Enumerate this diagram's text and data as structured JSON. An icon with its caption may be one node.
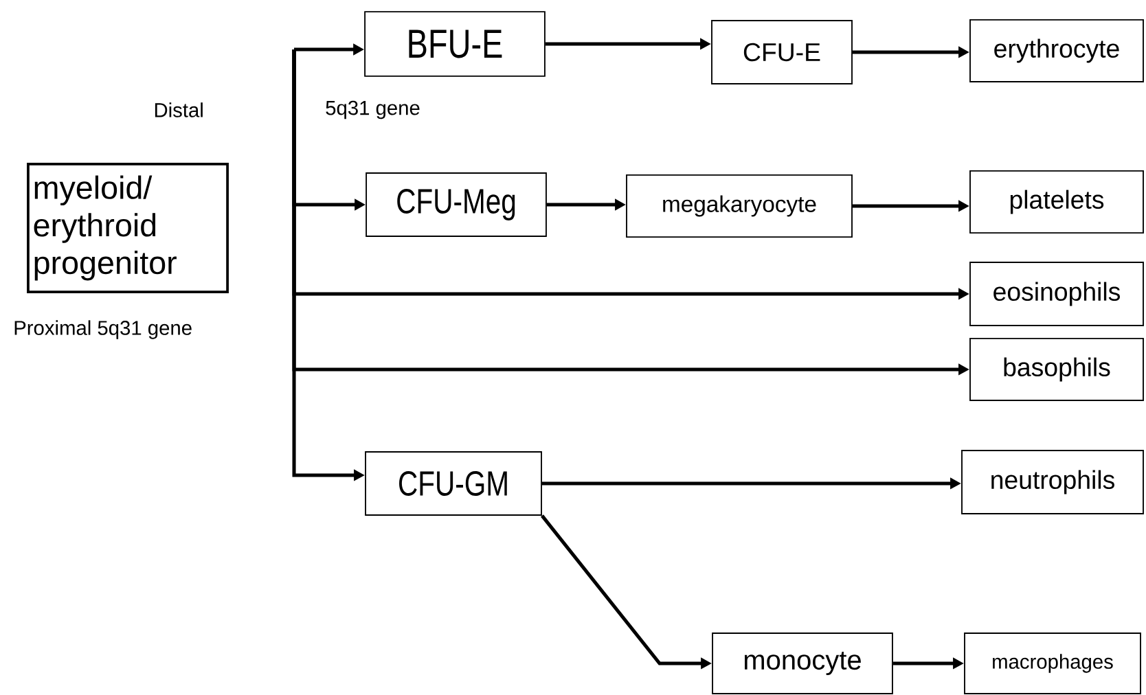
{
  "diagram": {
    "nodes": [
      {
        "text": [
          "myeloid/ erythroid progenitor"
        ]
      },
      {
        "text": [
          "BFU-E"
        ]
      },
      {
        "text": [
          "CFU-E"
        ]
      },
      {
        "text": [
          "erythrocyte"
        ]
      },
      {
        "text": [
          "CFU-Meg"
        ]
      },
      {
        "text": [
          "megakaryocyte"
        ]
      },
      {
        "text": [
          "platelets"
        ]
      },
      {
        "text": [
          "eosinophils"
        ]
      },
      {
        "text": [
          "basophils"
        ]
      },
      {
        "text": [
          "CFU-GM"
        ]
      },
      {
        "text": [
          "neutrophils"
        ]
      },
      {
        "text": [
          "monocyte"
        ]
      },
      {
        "text": [
          "macrophages"
        ]
      }
    ],
    "edges": [
      {
        "from": null,
        "to": 1,
        "arrow": "to"
      },
      {
        "from": 1,
        "to": 2,
        "arrow": "to"
      },
      {
        "from": 2,
        "to": 3,
        "arrow": "to"
      },
      {
        "from": null,
        "to": 4,
        "arrow": "to"
      },
      {
        "from": 4,
        "to": 5,
        "arrow": "to"
      },
      {
        "from": 5,
        "to": 6,
        "arrow": "to"
      },
      {
        "from": null,
        "to": 7,
        "arrow": "to"
      },
      {
        "from": null,
        "to": 8,
        "arrow": "to"
      },
      {
        "from": null,
        "to": 9,
        "arrow": "to"
      },
      {
        "from": 9,
        "to": 10,
        "arrow": "to"
      },
      {
        "from": 9,
        "to": 11,
        "arrow": "to"
      },
      {
        "from": 11,
        "to": 12,
        "arrow": "to"
      }
    ],
    "labels": [
      "Distal",
      "5q31 gene",
      "Proximal 5q31 gene"
    ]
  }
}
